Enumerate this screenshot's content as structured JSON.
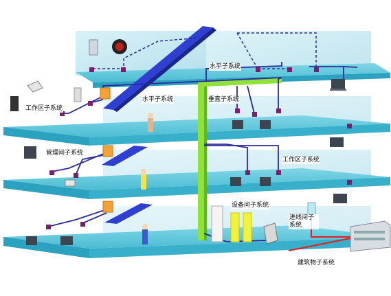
{
  "labels": {
    "horizontal_top": "水平子系统",
    "horizontal_mid": "水平子系统",
    "vertical": "垂直子系统",
    "work_area_left": "工作区子系统",
    "admin_room": "管理间子系统",
    "work_area_right": "工作区子系统",
    "equipment_room": "设备间子系统",
    "entrance_room": "进线间子系统",
    "building_group": "建筑物子系统"
  },
  "colors": {
    "floor_top": "#5ec7dc",
    "floor_side": "#2ba3c0",
    "wall": "#b9e3ef",
    "horizontal_trunk": "#2e3fd1",
    "vertical_trunk": "#8fe23a",
    "cable": "#2a2a9a",
    "outlet": "#7a1f6e",
    "entrance_cable": "#e02020",
    "equipment_cabinet": "#f2f23a"
  }
}
